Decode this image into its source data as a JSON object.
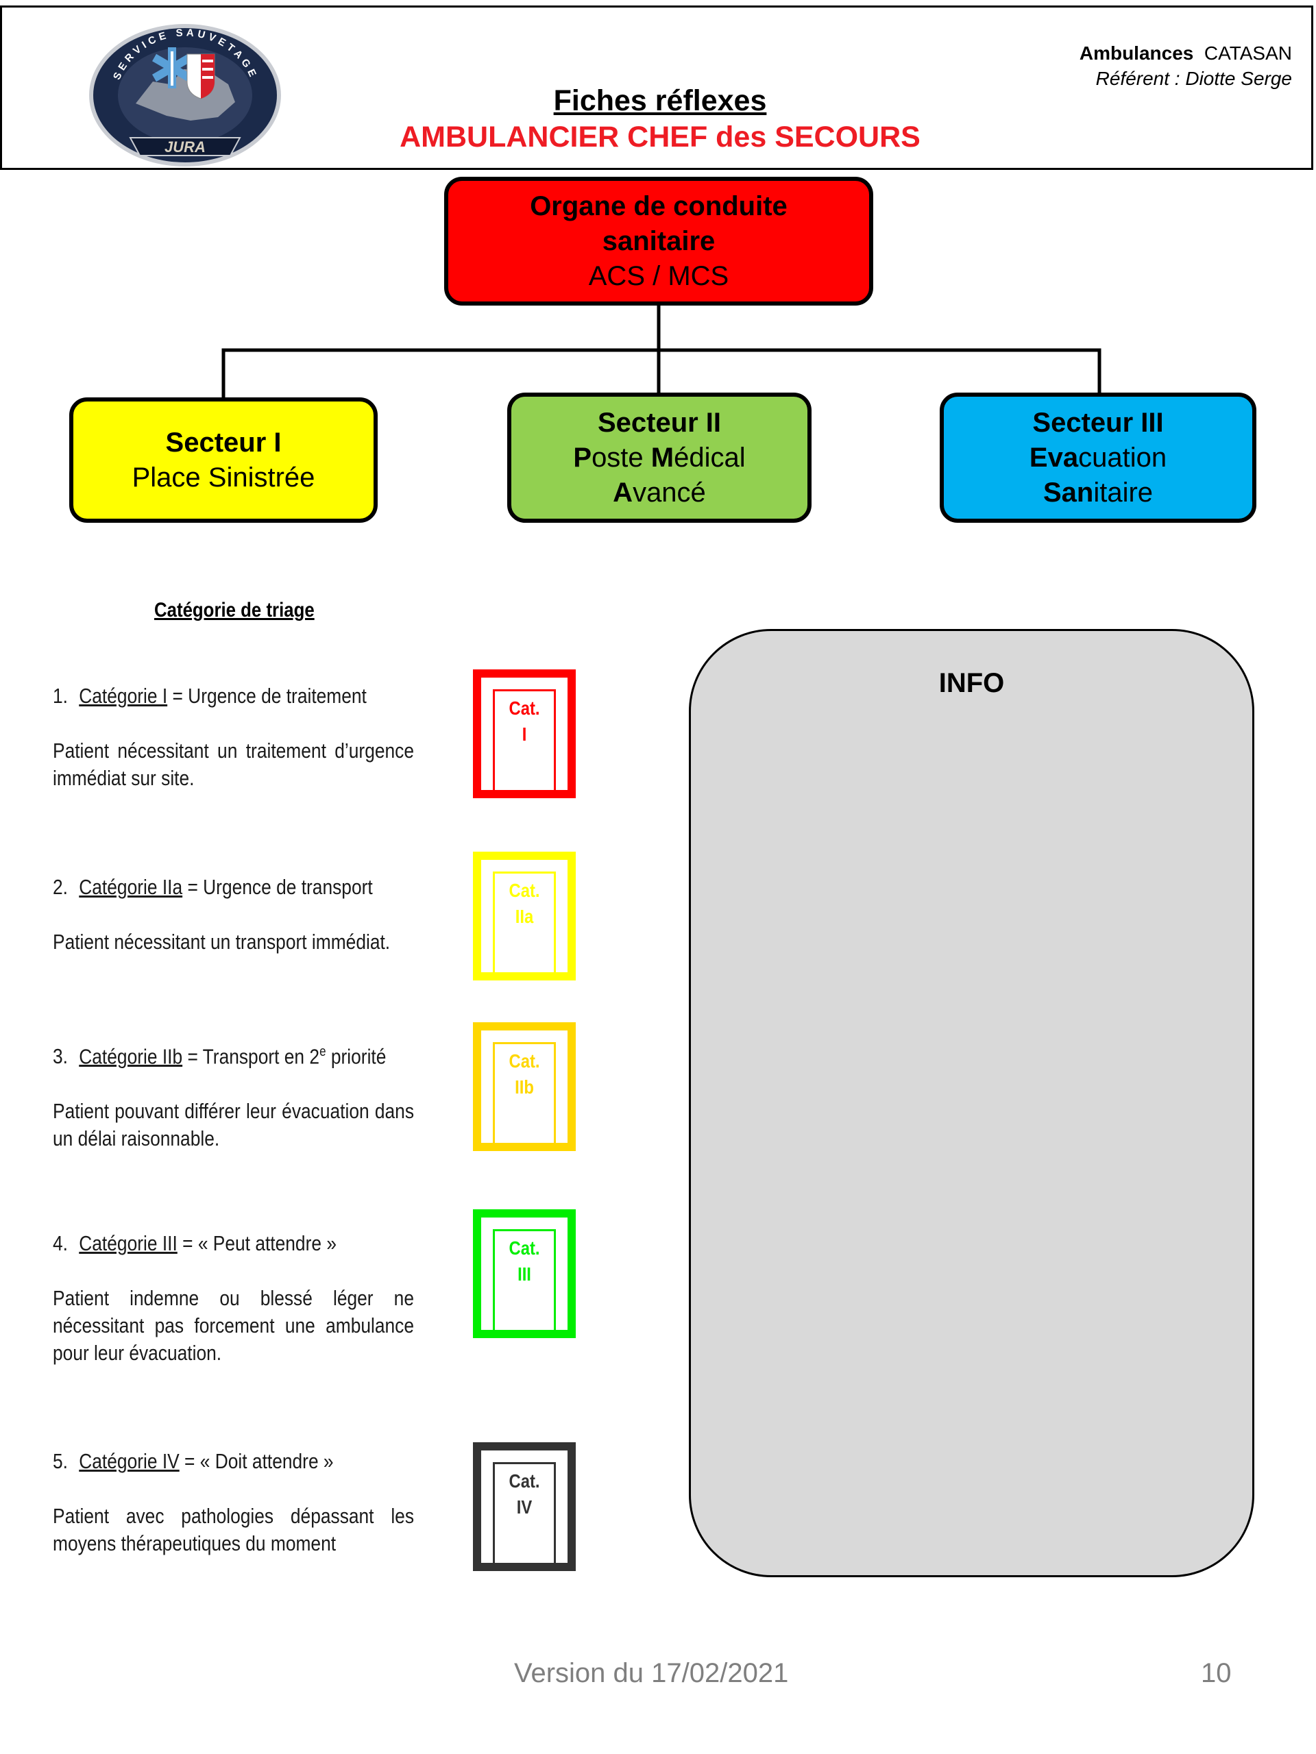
{
  "header": {
    "logo": {
      "ring_text": "SERVICE SAUVETAGE",
      "banner_text": "JURA",
      "colors": {
        "ring": "#1b2a4a",
        "star": "#5aa0d8",
        "flag_red": "#d7202a"
      }
    },
    "title": "Fiches réflexes",
    "subtitle": "AMBULANCIER CHEF des SECOURS",
    "org_bold": "Ambulances",
    "org_name": "CATASAN",
    "referent": "Référent : Diotte Serge"
  },
  "orgchart": {
    "top": {
      "line1": "Organe de conduite",
      "line2": "sanitaire",
      "line3": "ACS / MCS"
    },
    "sector1": {
      "title": "Secteur I",
      "line2": "Place Sinistrée"
    },
    "sector2": {
      "title": "Secteur II",
      "l2a": "P",
      "l2b": "oste ",
      "l2c": "M",
      "l2d": "édical",
      "l3a": "A",
      "l3b": "vancé"
    },
    "sector3": {
      "title": "Secteur III",
      "l2a": "Eva",
      "l2b": "cuation",
      "l3a": "San",
      "l3b": "itaire"
    },
    "colors": {
      "top": "#ff0000",
      "sector1": "#ffff00",
      "sector2": "#92d050",
      "sector3": "#00b0f0"
    }
  },
  "triage": {
    "title": "Catégorie de triage",
    "items": [
      {
        "num": "1.",
        "cat": "Catégorie I",
        "rest": " = Urgence de traitement",
        "desc": "Patient nécessitant un traitement d’urgence immédiat sur site.",
        "tag_l1": "Cat.",
        "tag_l2": "I",
        "color": "#ff0000"
      },
      {
        "num": "2.",
        "cat": "Catégorie IIa",
        "rest": " = Urgence de transport",
        "desc": "Patient nécessitant un transport immédiat.",
        "tag_l1": "Cat.",
        "tag_l2": "IIa",
        "color": "#ffff00"
      },
      {
        "num": "3.",
        "cat": "Catégorie IIb",
        "rest_a": " = Transport en 2",
        "sup": "e",
        "rest_b": " priorité",
        "desc": "Patient pouvant différer leur évacuation dans un délai raisonnable.",
        "tag_l1": "Cat.",
        "tag_l2": "IIb",
        "color": "#ffd700"
      },
      {
        "num": "4.",
        "cat": "Catégorie III",
        "rest": " = « Peut attendre »",
        "desc": "Patient indemne ou blessé léger ne nécessitant pas forcement une ambulance pour leur évacuation.",
        "tag_l1": "Cat.",
        "tag_l2": "III",
        "color": "#00ee00"
      },
      {
        "num": "5.",
        "cat": "Catégorie IV",
        "rest": " = « Doit attendre »",
        "desc": "Patient avec pathologies dépassant les moyens thérapeutiques du moment",
        "tag_l1": "Cat.",
        "tag_l2": "IV",
        "color": "#333333"
      }
    ]
  },
  "info": {
    "title": "INFO"
  },
  "footer": {
    "version": "Version du 17/02/2021",
    "page": "10"
  }
}
